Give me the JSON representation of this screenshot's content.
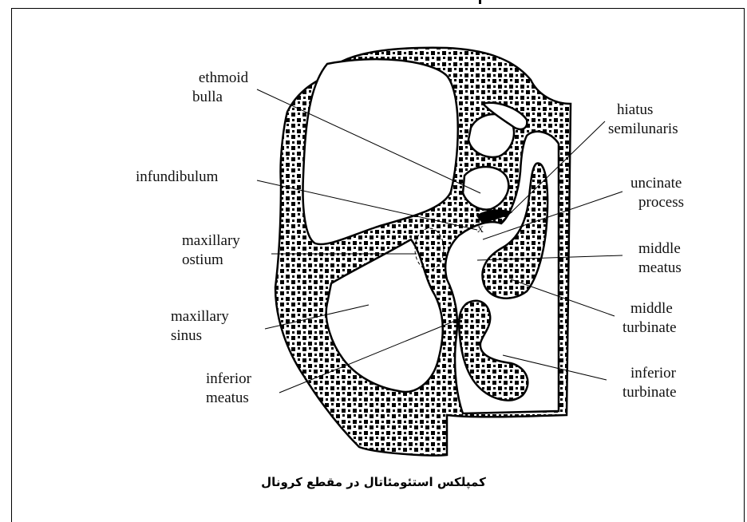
{
  "labels": {
    "ethmoid_bulla_1": "ethmoid",
    "ethmoid_bulla_2": "bulla",
    "infundibulum": "infundibulum",
    "maxillary_ostium_1": "maxillary",
    "maxillary_ostium_2": "ostium",
    "maxillary_sinus_1": "maxillary",
    "maxillary_sinus_2": "sinus",
    "inferior_meatus_1": "inferior",
    "inferior_meatus_2": "meatus",
    "hiatus_semilunaris_1": "hiatus",
    "hiatus_semilunaris_2": "semilunaris",
    "uncinate_process_1": "uncinate",
    "uncinate_process_2": "process",
    "middle_meatus_1": "middle",
    "middle_meatus_2": "meatus",
    "middle_turbinate_1": "middle",
    "middle_turbinate_2": "turbinate",
    "inferior_turbinate_1": "inferior",
    "inferior_turbinate_2": "turbinate",
    "x_mark": "x"
  },
  "caption": "کمپلکس استئومئاتال در مقطع کرونال",
  "colors": {
    "bone": "#000000",
    "air": "#ffffff",
    "line": "#000000"
  }
}
